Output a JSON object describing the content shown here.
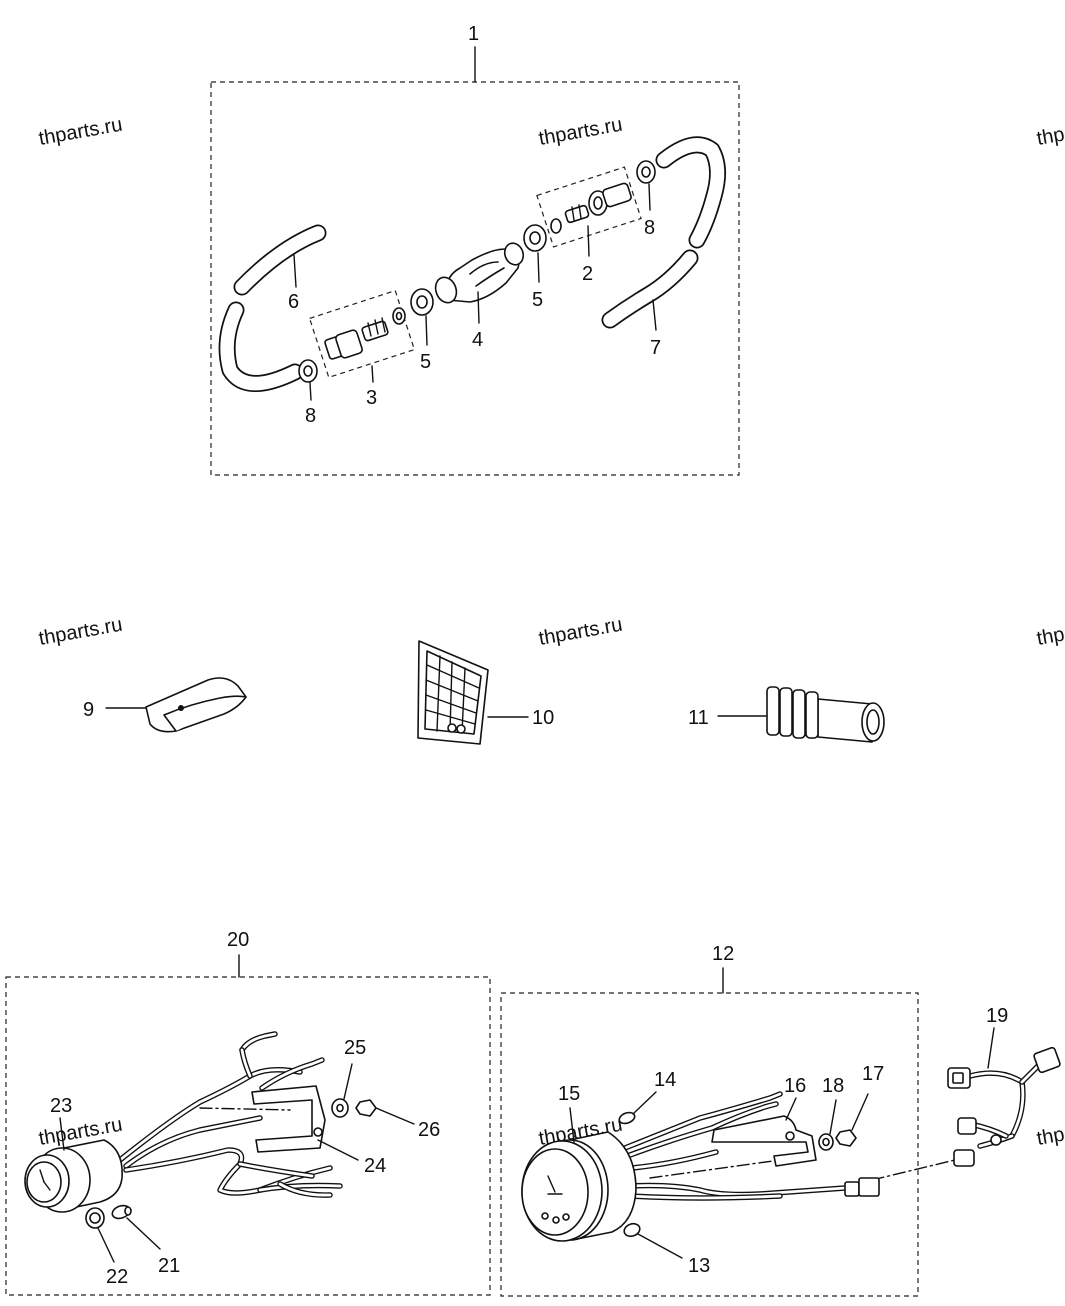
{
  "watermark": "thparts.ru",
  "callouts": {
    "c1": "1",
    "c2": "2",
    "c3": "3",
    "c4": "4",
    "c5a": "5",
    "c5b": "5",
    "c6": "6",
    "c7": "7",
    "c8a": "8",
    "c8b": "8",
    "c9": "9",
    "c10": "10",
    "c11": "11",
    "c12": "12",
    "c13": "13",
    "c14": "14",
    "c15": "15",
    "c16": "16",
    "c17": "17",
    "c18": "18",
    "c19": "19",
    "c20": "20",
    "c21": "21",
    "c22": "22",
    "c23": "23",
    "c24": "24",
    "c25": "25",
    "c26": "26"
  }
}
